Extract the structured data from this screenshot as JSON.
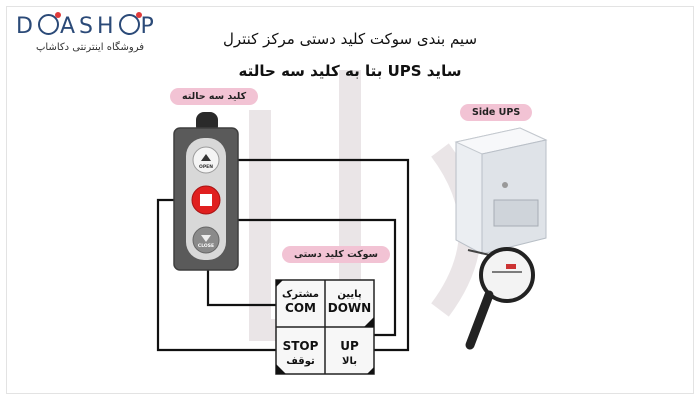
{
  "brand": {
    "logo": "DCASHOP",
    "tagline": "فروشگاه اینترنتی دکاشاپ"
  },
  "title": {
    "line1": "سیم بندی سوکت کلید دستی مرکز کنترل",
    "line2": "ساید UPS بتا به کلید سه حالته"
  },
  "labels": {
    "switch_tag": "کلید سه حالته",
    "ups_tag": "Side UPS",
    "socket_tag": "سوکت کلید دستی"
  },
  "remote": {
    "open_label": "OPEN",
    "close_label": "CLOSE"
  },
  "socket": {
    "cells": [
      {
        "fa": "مشترک",
        "en": "COM"
      },
      {
        "fa": "پایین",
        "en": "DOWN"
      },
      {
        "fa": "توقف",
        "en": "STOP"
      },
      {
        "fa": "بالا",
        "en": "UP"
      }
    ]
  },
  "colors": {
    "brand": "#2b4a78",
    "accent": "#e03a3a",
    "tag_bg": "#f2c3d4",
    "wire": "#111111",
    "remote_body": "#555555",
    "stop_button": "#e0201f"
  }
}
